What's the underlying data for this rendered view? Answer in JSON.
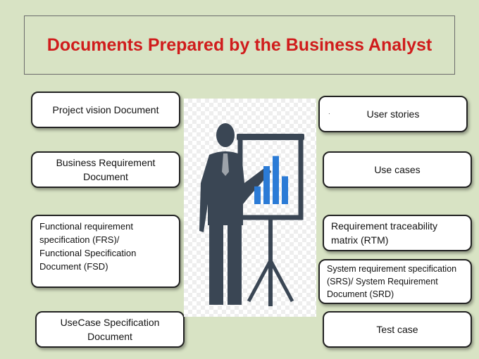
{
  "title": "Documents Prepared by the Business Analyst",
  "left_items": [
    "Project vision Document",
    "Business Requirement Document",
    "Functional requirement specification (FRS)/ Functional Specification Document (FSD)",
    "UseCase Specification Document"
  ],
  "right_items": [
    "User stories",
    "Use cases",
    "Requirement traceability matrix (RTM)",
    "System requirement specification (SRS)/ System Requirement Document (SRD)",
    "Test case"
  ],
  "right_items_bullet": "·",
  "colors": {
    "background": "#d8e3c4",
    "title": "#d01c1c",
    "figure": "#3a4654",
    "chart_bars": "#2b7bd6"
  },
  "illustration": {
    "icon": "presenter-with-bar-chart-icon",
    "bar_heights_relative": [
      0.35,
      0.75,
      0.95,
      0.55
    ]
  }
}
